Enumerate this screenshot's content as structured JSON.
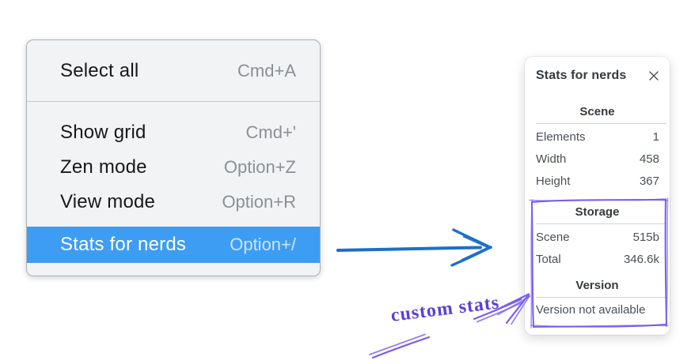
{
  "menu": {
    "items": [
      {
        "label": "Select all",
        "shortcut": "Cmd+A",
        "selected": false
      },
      {
        "label": "Show grid",
        "shortcut": "Cmd+'",
        "selected": false
      },
      {
        "label": "Zen mode",
        "shortcut": "Option+Z",
        "selected": false
      },
      {
        "label": "View mode",
        "shortcut": "Option+R",
        "selected": false
      },
      {
        "label": "Stats for nerds",
        "shortcut": "Option+/",
        "selected": true
      }
    ]
  },
  "stats_panel": {
    "title": "Stats for nerds",
    "close_icon": "x",
    "sections": [
      {
        "heading": "Scene",
        "rows": [
          [
            "Elements",
            "1"
          ],
          [
            "Width",
            "458"
          ],
          [
            "Height",
            "367"
          ]
        ]
      },
      {
        "heading": "Storage",
        "rows": [
          [
            "Scene",
            "515b"
          ],
          [
            "Total",
            "346.6k"
          ]
        ]
      },
      {
        "heading": "Version",
        "rows": [],
        "note": "Version not available"
      }
    ]
  },
  "annotations": {
    "custom_stats": "custom stats"
  },
  "colors": {
    "menu_highlight": "#3d9df2",
    "menu_background": "#f2f3f5",
    "flow_arrow_blue": "#1e6fc5",
    "annotation_purple": "#7b5cf0",
    "annotation_text_purple": "#5b3fd6"
  }
}
